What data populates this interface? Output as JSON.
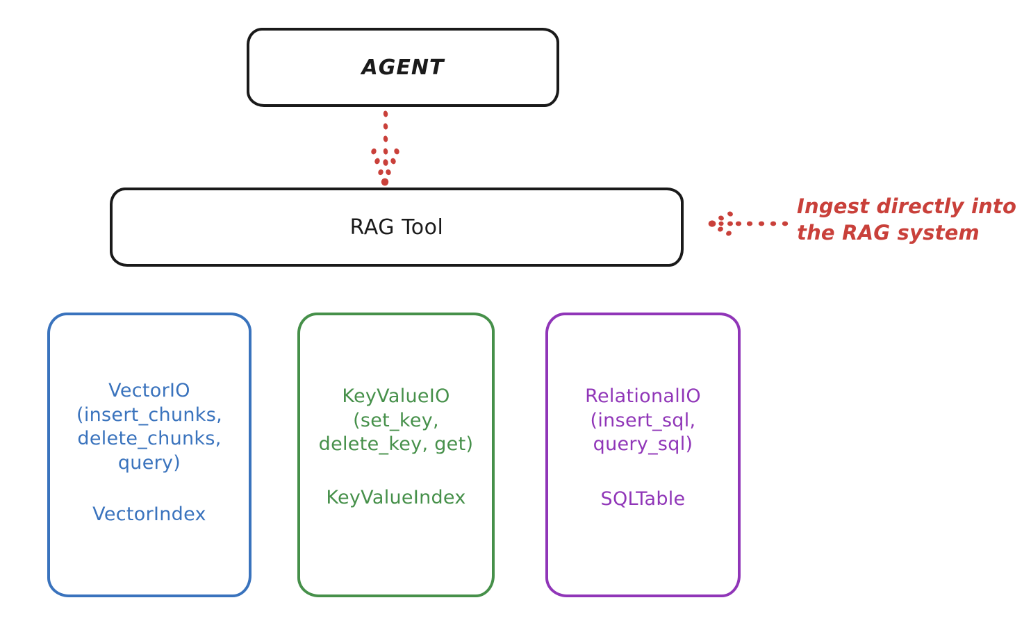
{
  "diagram": {
    "title_nodes": {
      "agent": "AGENT",
      "rag_tool": "RAG Tool"
    },
    "io_boxes": [
      {
        "id": "vector",
        "api": "VectorIO\n(insert_chunks,\ndelete_chunks,\nquery)",
        "index": "VectorIndex",
        "color": "#3a73bd"
      },
      {
        "id": "keyvalue",
        "api": "KeyValueIO\n(set_key,\ndelete_key, get)",
        "index": "KeyValueIndex",
        "color": "#46904a"
      },
      {
        "id": "relational",
        "api": "RelationalIO\n(insert_sql,\nquery_sql)",
        "index": "SQLTable",
        "color": "#9036b8"
      }
    ],
    "annotations": {
      "ingest_note": "Ingest directly into\nthe RAG system",
      "ingest_note_color": "#c9403a"
    },
    "arrows": [
      {
        "name": "agent-to-rag-tool",
        "style": "dotted",
        "direction": "down",
        "color": "#c9403a"
      },
      {
        "name": "ingest-to-rag-tool",
        "style": "dotted",
        "direction": "left",
        "color": "#c9403a"
      }
    ],
    "colors": {
      "stroke_black": "#1a1a1a",
      "background": "#ffffff"
    }
  }
}
